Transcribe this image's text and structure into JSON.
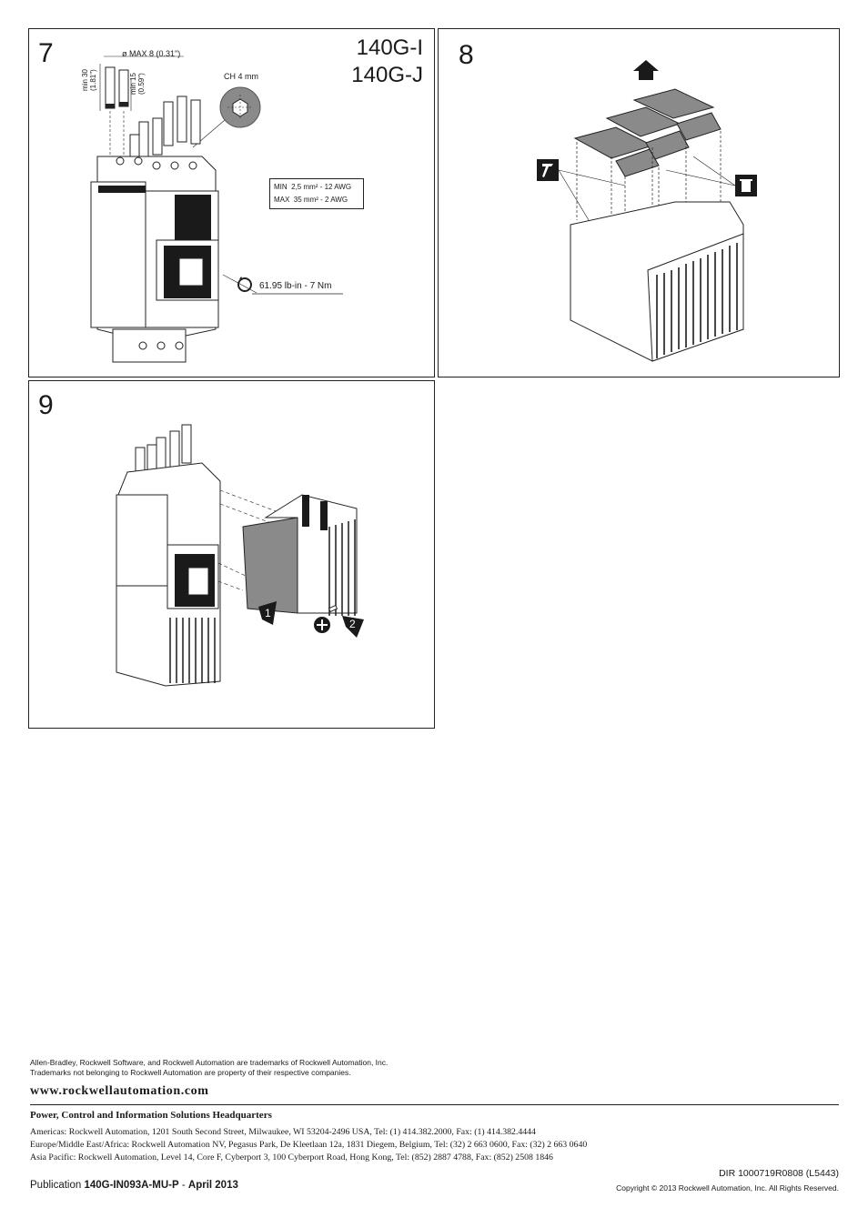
{
  "step7": {
    "number": "7",
    "model_line1": "140G-I",
    "model_line2": "140G-J",
    "dia_max": "ø MAX 8 (0.31\")",
    "min30": "min 30",
    "min30_in": "(1.81\")",
    "min15": "min 15",
    "min15_in": "(0.59\")",
    "ch": "CH 4 mm",
    "wire_min_label": "MIN",
    "wire_min_value": "2,5 mm² - 12 AWG",
    "wire_max_label": "MAX",
    "wire_max_value": "35 mm² - 2 AWG",
    "torque": "61.95 lb-in - 7 Nm"
  },
  "step8": {
    "number": "8"
  },
  "step9": {
    "number": "9",
    "callout1": "1",
    "callout2": "2"
  },
  "footer": {
    "trademark_line1": "Allen-Bradley, Rockwell Software, and Rockwell Automation are trademarks of Rockwell Automation, Inc.",
    "trademark_line2": "Trademarks not belonging to Rockwell Automation are property of their respective companies.",
    "website": "www.rockwellautomation.com",
    "hq_title": "Power, Control and Information Solutions Headquarters",
    "addr_americas": "Americas: Rockwell Automation, 1201 South Second Street, Milwaukee, WI 53204-2496 USA, Tel: (1) 414.382.2000, Fax: (1) 414.382.4444",
    "addr_emea": "Europe/Middle East/Africa: Rockwell Automation NV, Pegasus Park, De Kleetlaan 12a, 1831 Diegem, Belgium, Tel: (32) 2 663 0600, Fax: (32) 2 663 0640",
    "addr_apac": "Asia Pacific: Rockwell Automation, Level 14, Core F, Cyberport 3, 100 Cyberport Road, Hong Kong, Tel: (852) 2887 4788, Fax: (852) 2508 1846",
    "dir": "DIR 1000719R0808 (L5443)",
    "copyright": "Copyright © 2013 Rockwell Automation, Inc. All Rights Reserved.",
    "publication_prefix": "Publication",
    "publication_number": "140G-IN093A-MU-P",
    "publication_sep": "-",
    "publication_date": "April 2013"
  },
  "icons": [
    "torque-icon",
    "hammer-icon",
    "trash-icon",
    "arrow-up-icon",
    "screwdriver-icon"
  ],
  "colors": {
    "fill_gray": "#8a8a8a",
    "dark": "#1a1a1a"
  }
}
